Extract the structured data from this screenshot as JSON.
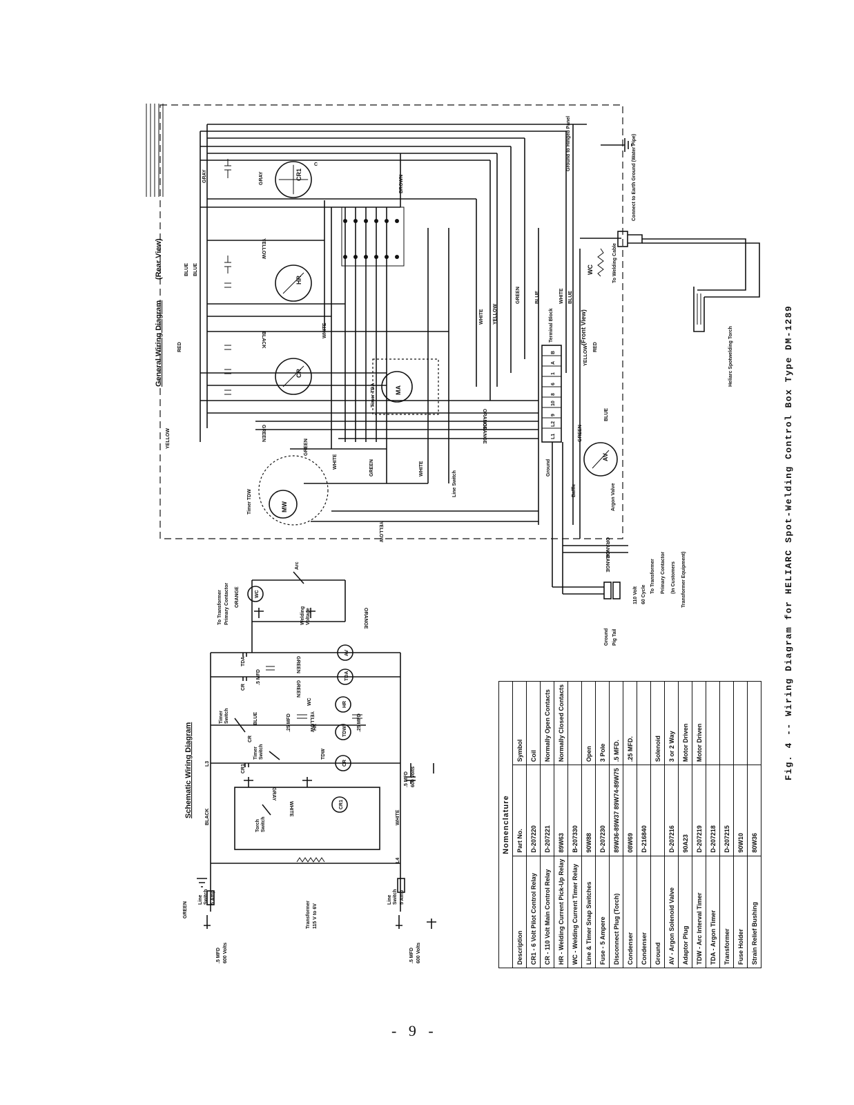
{
  "figure": {
    "caption": "Fig. 4 -- Wiring Diagram for HELIARC Spot-Welding Control Box Type DM-1289",
    "page_number": "- 9 -"
  },
  "general_diagram": {
    "title": "General Wiring Diagram",
    "view_label": "(Rear View)",
    "front_view_label": "(Front View)",
    "terminal_block_label": "Terminal Block",
    "terminals": [
      "B",
      "A",
      "1",
      "6",
      "8",
      "10",
      "9",
      "L2",
      "L1"
    ],
    "components": {
      "cr1": "CR1",
      "hr": "HR",
      "cr": "CR",
      "ma": "MA",
      "mw": "MW",
      "av": "AV",
      "wc": "WC"
    },
    "timer_tda": "Timer TDA",
    "timer_tdw": "Timer TDW",
    "line_switch": "Line Switch",
    "argon_valve": "Argon Valve",
    "baffle": "Baffle",
    "ground": "Ground",
    "ground_hinged": "Ground to Hinged Panel",
    "connect_earth": "Connect to Earth Ground (Water Pipe)",
    "to_welding_cable": "To Welding Cable",
    "torch_label": "Heliarc Spotwelding Torch",
    "transformer_note": [
      "To Transformer",
      "Primary Contactor",
      "(In Customers",
      "Transformer Equipment)"
    ],
    "supply_label": [
      "110 Volt",
      "60 Cycle"
    ],
    "ground_pig_tail": [
      "Ground",
      "Pig Tail"
    ],
    "wire_colors": {
      "gray": "GRAY",
      "blue": "BLUE",
      "red": "RED",
      "yellow": "YELLOW",
      "black": "BLACK",
      "white": "WHITE",
      "green": "GREEN",
      "orange": "ORANGE",
      "brown": "BROWN"
    }
  },
  "schematic_diagram": {
    "title": "Schematic Wiring Diagram",
    "transformer": [
      "Transformer",
      "115 V to 6V"
    ],
    "line_switch_top": [
      "Line",
      "Switch",
      "5 Amp"
    ],
    "line_switch_bottom": [
      "Line",
      "Switch",
      "5 Amp"
    ],
    "cap_600v": [
      ".5 MFD",
      "600 Volts"
    ],
    "torch_switch": [
      "Torch",
      "Switch"
    ],
    "timer_switch": [
      "Timer",
      "Switch"
    ],
    "primary_contactor": [
      "To Transformer",
      "Primary Contactor"
    ],
    "welding_voltage": [
      "Welding",
      "Voltage"
    ],
    "arc": "Arc",
    "mfd_25": ".25 MFD",
    "mfd_5": ".5 MFD",
    "tda": "TDA",
    "tdw": "TDW",
    "cr1": "CR1",
    "cr": "CR",
    "hr": "HR",
    "wc": "WC",
    "av": "AV",
    "lines": [
      "L3",
      "L4"
    ]
  },
  "nomenclature": {
    "title": "Nomenclature",
    "headers": [
      "Description",
      "Part No.",
      "Symbol"
    ],
    "rows": [
      [
        "CR1 - 6 Volt Pilot Control Relay",
        "D-207220",
        "Coil"
      ],
      [
        "CR - 110 Volt Main Control Relay",
        "D-207221",
        "Normally Open Contacts"
      ],
      [
        "HR - Welding Current Pick-Up Relay",
        "89W63",
        "Normally Closed Contacts"
      ],
      [
        "WC - Welding Current Timer Relay",
        "B-207330",
        ""
      ],
      [
        "Line & Timer Snap Switches",
        "90W88",
        "Open"
      ],
      [
        "Fuse - 5 Ampere",
        "D-207230",
        "3 Pole"
      ],
      [
        "Disconnect Plug (Torch)",
        "89W36-89W37 89W74-89W75",
        ".5 MFD."
      ],
      [
        "Condenser",
        "08W69",
        ".25 MFD."
      ],
      [
        "Condenser",
        "D-216840",
        ""
      ],
      [
        "Ground",
        "",
        "Solenoid"
      ],
      [
        "AV - Argon Solenoid Valve",
        "D-207216",
        "3 or 2 Way"
      ],
      [
        "Adaptor Plug",
        "90A23",
        "Motor Driven"
      ],
      [
        "TDW - Arc Interval Timer",
        "D-207219",
        "Motor Driven"
      ],
      [
        "TDA - Argon Timer",
        "D-207218",
        ""
      ],
      [
        "Transformer",
        "D-207215",
        ""
      ],
      [
        "Fuse Holder",
        "90W10",
        ""
      ],
      [
        "Strain Relief Bushing",
        "80W36",
        ""
      ]
    ]
  }
}
